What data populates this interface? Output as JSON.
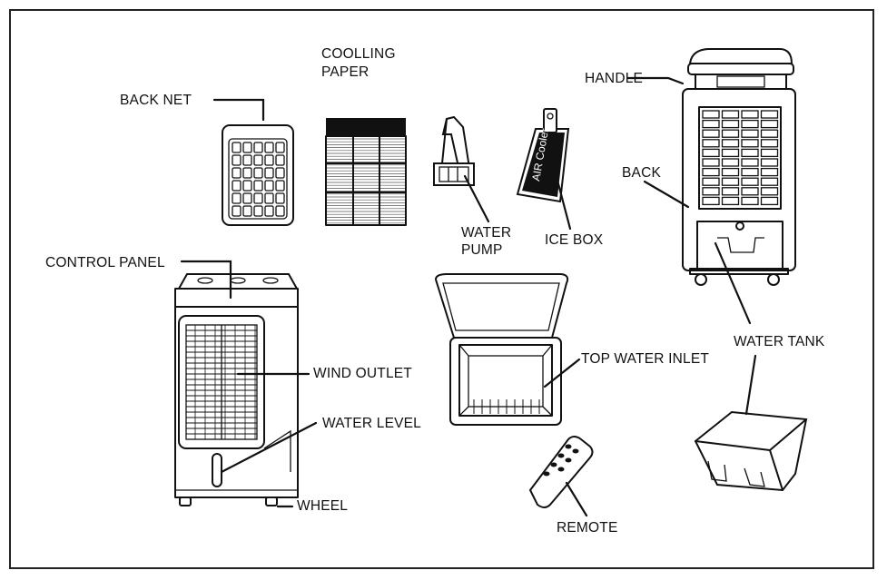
{
  "labels": {
    "back_net": "BACK NET",
    "coolling_paper_line1": "COOLLING",
    "coolling_paper_line2": "PAPER",
    "handle": "HANDLE",
    "back": "BACK",
    "water_pump_line1": "WATER",
    "water_pump_line2": "PUMP",
    "ice_box": "ICE BOX",
    "control_panel": "CONTROL PANEL",
    "wind_outlet": "WIND OUTLET",
    "water_level": "WATER LEVEL",
    "wheel": "WHEEL",
    "top_water_inlet": "TOP WATER INLET",
    "water_tank": "WATER TANK",
    "remote": "REMOTE"
  },
  "ice_box_print": "AIR Cooler",
  "colors": {
    "line": "#111111",
    "background": "#ffffff"
  },
  "icons": [
    "back-net-icon",
    "cooling-paper-icon",
    "water-pump-icon",
    "ice-box-icon",
    "cooler-back-icon",
    "cooler-front-icon",
    "water-inlet-lid-icon",
    "remote-icon",
    "water-tank-icon"
  ]
}
